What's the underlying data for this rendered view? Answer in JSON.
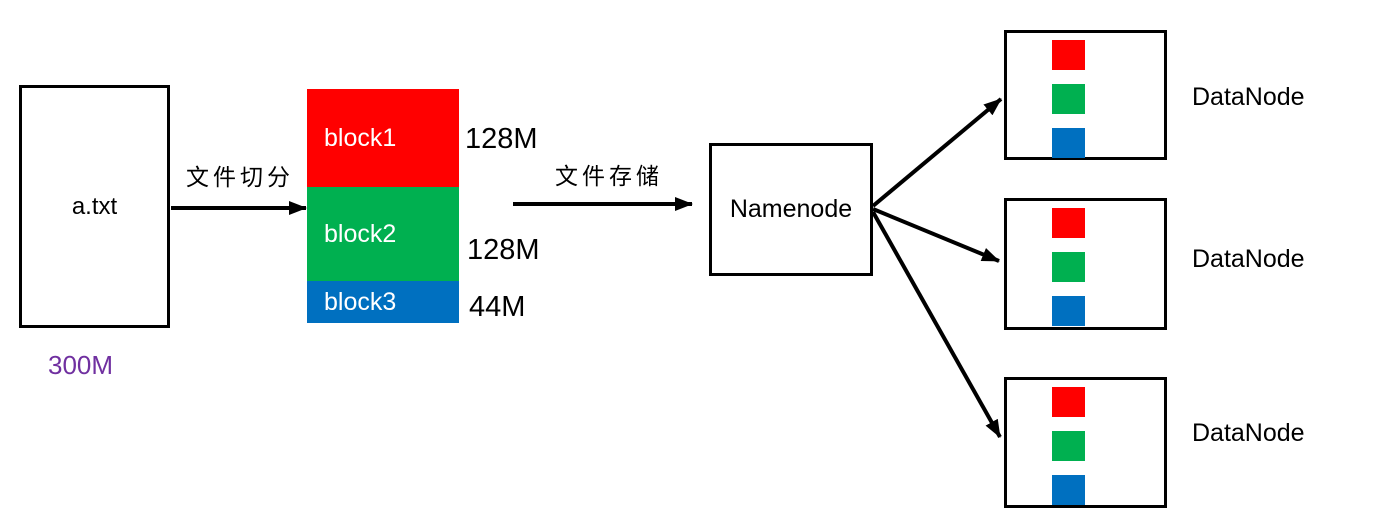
{
  "source_file": {
    "name": "a.txt",
    "size": "300M",
    "size_color": "#7030a0"
  },
  "arrows": {
    "split_label": "文件切分",
    "store_label": "文件存储",
    "color": "#000000"
  },
  "blocks": [
    {
      "label": "block1",
      "size": "128M",
      "color": "#ff0000"
    },
    {
      "label": "block2",
      "size": "128M",
      "color": "#00b050"
    },
    {
      "label": "block3",
      "size": "44M",
      "color": "#0070c0"
    }
  ],
  "namenode": {
    "label": "Namenode"
  },
  "datanodes": [
    {
      "label": "DataNode",
      "replicas": [
        "#ff0000",
        "#00b050",
        "#0070c0"
      ]
    },
    {
      "label": "DataNode",
      "replicas": [
        "#ff0000",
        "#00b050",
        "#0070c0"
      ]
    },
    {
      "label": "DataNode",
      "replicas": [
        "#ff0000",
        "#00b050",
        "#0070c0"
      ]
    }
  ]
}
